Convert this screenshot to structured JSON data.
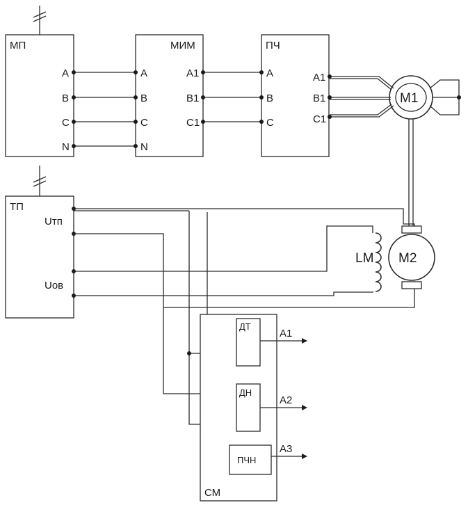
{
  "blocks": {
    "mp": "МП",
    "mim": "МИМ",
    "pch": "ПЧ",
    "tp": "ТП",
    "sm": "СМ",
    "dt": "ДТ",
    "dn": "ДН",
    "pchn": "ПЧН"
  },
  "motors": {
    "m1": "M1",
    "m2": "M2"
  },
  "inductor": "LM",
  "terminals": {
    "mp": [
      "A",
      "B",
      "C",
      "N"
    ],
    "mim_in": [
      "A",
      "B",
      "C",
      "N"
    ],
    "mim_out": [
      "A1",
      "B1",
      "C1"
    ],
    "pch_in": [
      "A",
      "B",
      "C"
    ],
    "pch_out": [
      "A1",
      "B1",
      "C1"
    ]
  },
  "tp_outputs": {
    "armature": "Uтп",
    "field": "Uов"
  },
  "sm_outputs": [
    "A1",
    "A2",
    "A3"
  ]
}
